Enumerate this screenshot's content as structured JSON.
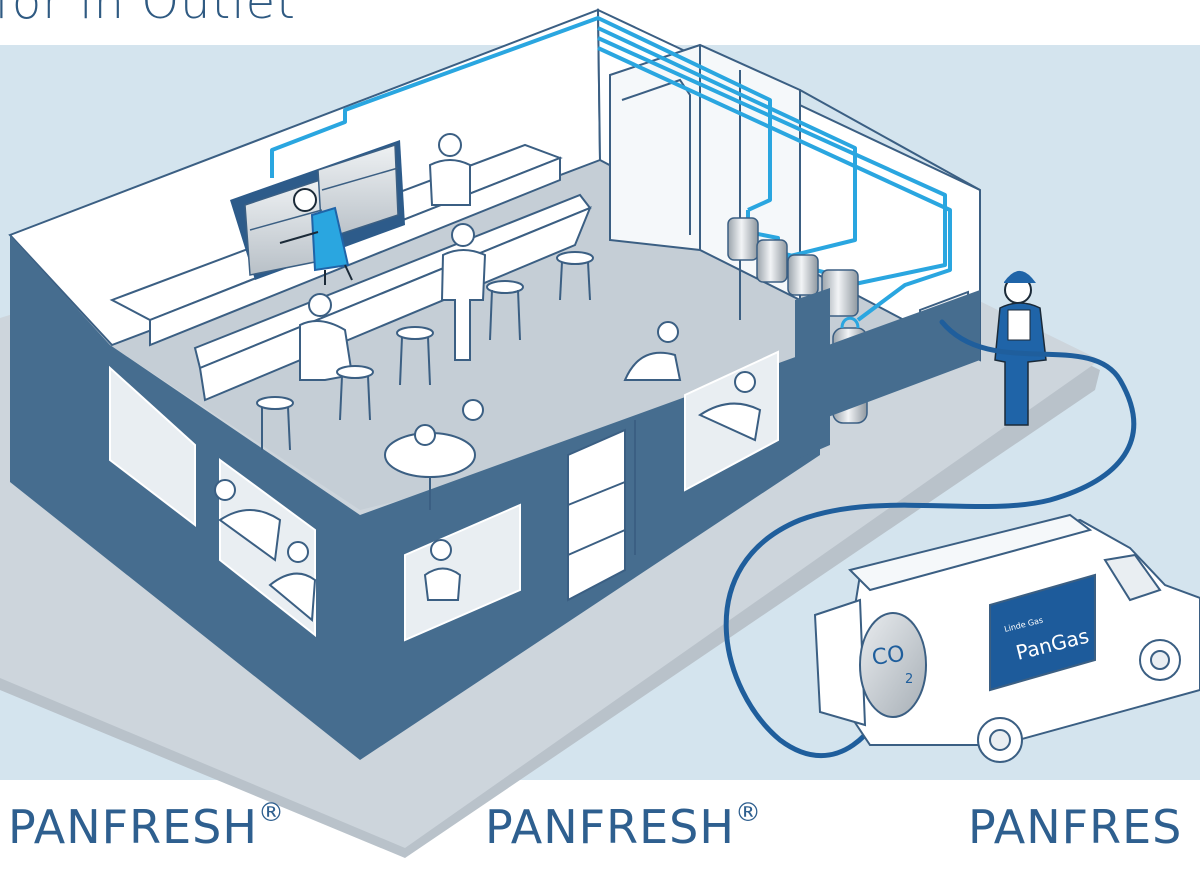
{
  "heading": {
    "text": "for in Outlet"
  },
  "van": {
    "company_small": "Linde Gas",
    "company": "PanGas",
    "tank_label": "CO",
    "tank_subscript": "2"
  },
  "brands": [
    {
      "name": "PANFRESH",
      "mark": "®"
    },
    {
      "name": "PANFRESH",
      "mark": "®"
    },
    {
      "name": "PANFRES",
      "mark": ""
    }
  ],
  "colors": {
    "wall": "#466d8f",
    "line": "#3b5f83",
    "pipe": "#2aa6e0",
    "hose": "#1f5e9c",
    "background": "#d4e4ee",
    "floor": "#cbd4dc",
    "accent": "#1f64a8"
  }
}
